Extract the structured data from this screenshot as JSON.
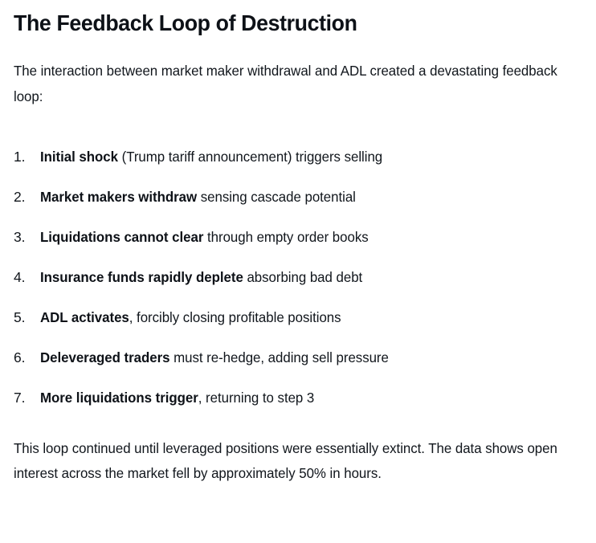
{
  "document": {
    "title": "The Feedback Loop of Destruction",
    "intro_paragraph": "The interaction between market maker withdrawal and ADL created a devastating feedback loop:",
    "list": {
      "type": "ordered",
      "items": [
        {
          "marker": "1.",
          "lead": "Initial shock",
          "rest": " (Trump tariff announcement) triggers selling"
        },
        {
          "marker": "2.",
          "lead": "Market makers withdraw",
          "rest": " sensing cascade potential"
        },
        {
          "marker": "3.",
          "lead": "Liquidations cannot clear",
          "rest": " through empty order books"
        },
        {
          "marker": "4.",
          "lead": "Insurance funds rapidly deplete",
          "rest": " absorbing bad debt"
        },
        {
          "marker": "5.",
          "lead": "ADL activates",
          "rest": ", forcibly closing profitable positions"
        },
        {
          "marker": "6.",
          "lead": "Deleveraged traders",
          "rest": " must re-hedge, adding sell pressure"
        },
        {
          "marker": "7.",
          "lead": "More liquidations trigger",
          "rest": ", returning to step 3"
        }
      ]
    },
    "closing_paragraph": "This loop continued until leveraged positions were essentially extinct. The data shows open interest across the market fell by approximately 50% in hours."
  },
  "colors": {
    "background": "#ffffff",
    "heading_text": "#0d1117",
    "body_text": "#11161c"
  }
}
